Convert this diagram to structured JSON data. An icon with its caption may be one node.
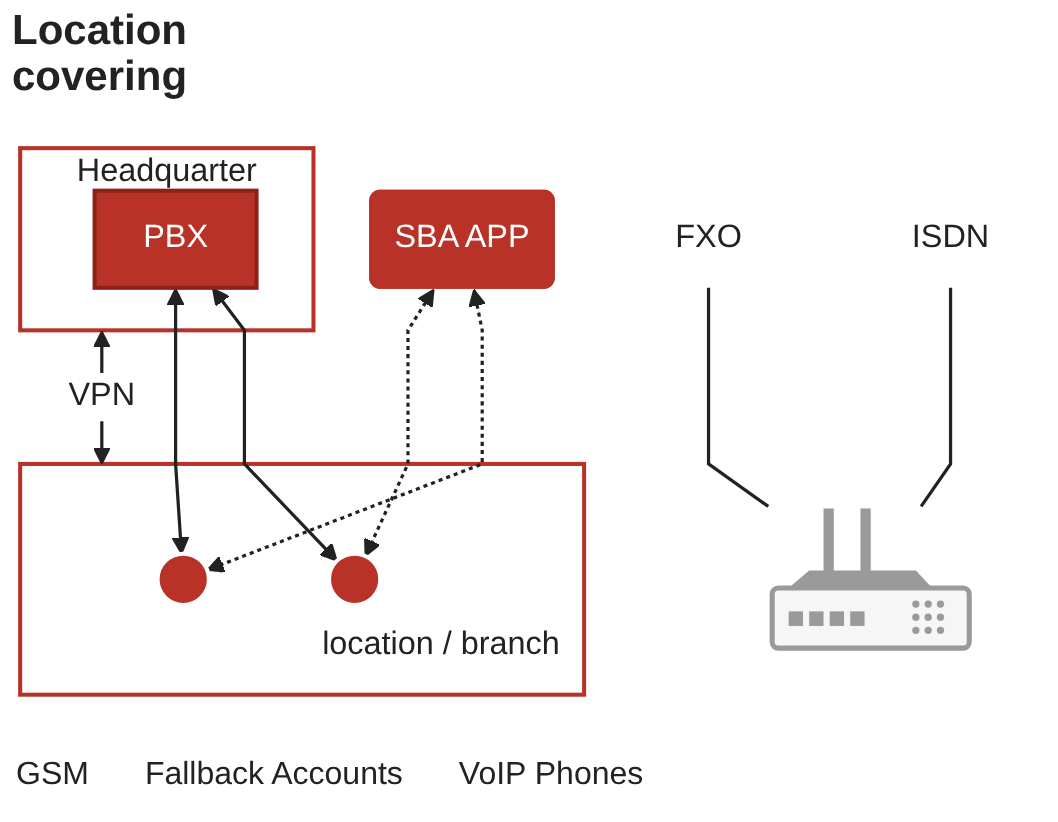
{
  "diagram": {
    "title": "Location covering",
    "nodes": [
      {
        "text": [
          "Headquarter"
        ]
      },
      {
        "text": [
          "PBX"
        ],
        "in": 0
      },
      {
        "text": [
          "location / branch"
        ]
      },
      {
        "text": [],
        "shape": "picture"
      },
      {
        "text": [
          "SBA APP"
        ]
      },
      {
        "text": [],
        "shape": "circle",
        "in": 2
      },
      {
        "text": [],
        "shape": "circle",
        "in": 2
      },
      {
        "text": [
          "FXO"
        ]
      },
      {
        "text": [
          "ISDN"
        ]
      }
    ],
    "edges": [
      {
        "from": 1,
        "to": 6,
        "arrow": "both"
      },
      {
        "from": 1,
        "to": 5,
        "arrow": "both"
      },
      {
        "from": 0,
        "to": 2,
        "arrow": "both",
        "label": "VPN"
      },
      {
        "from": 4,
        "to": 5,
        "arrow": "both",
        "style": "dashed"
      },
      {
        "from": 4,
        "to": 6,
        "arrow": "both",
        "style": "dashed"
      },
      {
        "from": 7,
        "to": 3,
        "arrow": "none"
      },
      {
        "from": 8,
        "to": 3,
        "arrow": "none"
      }
    ],
    "labels": [
      "GSM",
      "Fallback Accounts",
      "VoIP Phones"
    ]
  }
}
